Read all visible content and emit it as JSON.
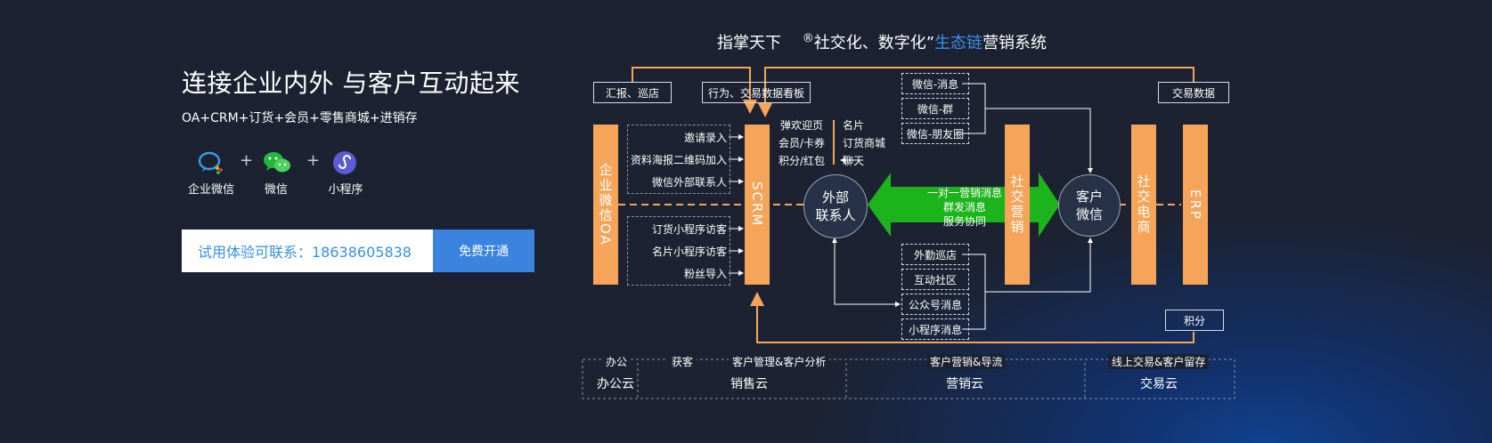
{
  "hero": {
    "title": "连接企业内外 与客户互动起来",
    "subtitle": "OA+CRM+订货+会员+零售商城+进销存",
    "apps": [
      {
        "label": "企业微信",
        "icon": "wecom-icon"
      },
      {
        "label": "微信",
        "icon": "wechat-icon"
      },
      {
        "label": "小程序",
        "icon": "miniprogram-icon"
      }
    ],
    "plus": "+",
    "contact_text": "试用体验可联系：18638605838",
    "cta_button": "免费开通"
  },
  "diagram": {
    "title_part1": "指掌天下",
    "title_reg": "®",
    "title_part2": "社交化、数字化”",
    "title_highlight": "生态链",
    "title_part3": "营销系统",
    "top_boxes": {
      "report": "汇报、巡店",
      "dashboard": "行为、交易数据看板",
      "trade_data": "交易数据",
      "points": "积分"
    },
    "wechat_boxes": [
      "微信-消息",
      "微信-群",
      "微信-朋友圈"
    ],
    "lower_boxes": [
      "外勤巡店",
      "互动社区",
      "公众号消息",
      "小程序消息"
    ],
    "left_inputs_top": [
      "邀请录入",
      "资料海报二维码加入",
      "微信外部联系人"
    ],
    "left_inputs_bottom": [
      "订货小程序访客",
      "名片小程序访客",
      "粉丝导入"
    ],
    "scrm_features_left": [
      "弹欢迎页",
      "会员/卡券",
      "积分/红包"
    ],
    "scrm_features_right": [
      "名片",
      "订货商城",
      "聊天"
    ],
    "bars": {
      "oa": "企业微信OA",
      "scrm": "SCRM",
      "social_marketing": "社交营销",
      "social_commerce": "社交电商",
      "erp": "ERP"
    },
    "circles": {
      "external": [
        "外部",
        "联系人"
      ],
      "customer": [
        "客户",
        "微信"
      ]
    },
    "green_arrow": [
      "一对一营销消息",
      "群发消息",
      "服务协同"
    ],
    "clouds": [
      {
        "title": "办公",
        "name": "办公云"
      },
      {
        "title": "获客",
        "name": ""
      },
      {
        "title": "客户管理&客户分析",
        "name": "销售云"
      },
      {
        "title": "客户营销&导流",
        "name": "营销云"
      },
      {
        "title": "线上交易&客户留存",
        "name": "交易云"
      }
    ],
    "colors": {
      "orange": "#f6a45a",
      "green": "#1db31c",
      "blue": "#3a84e0",
      "highlight": "#3e8ff0"
    }
  }
}
